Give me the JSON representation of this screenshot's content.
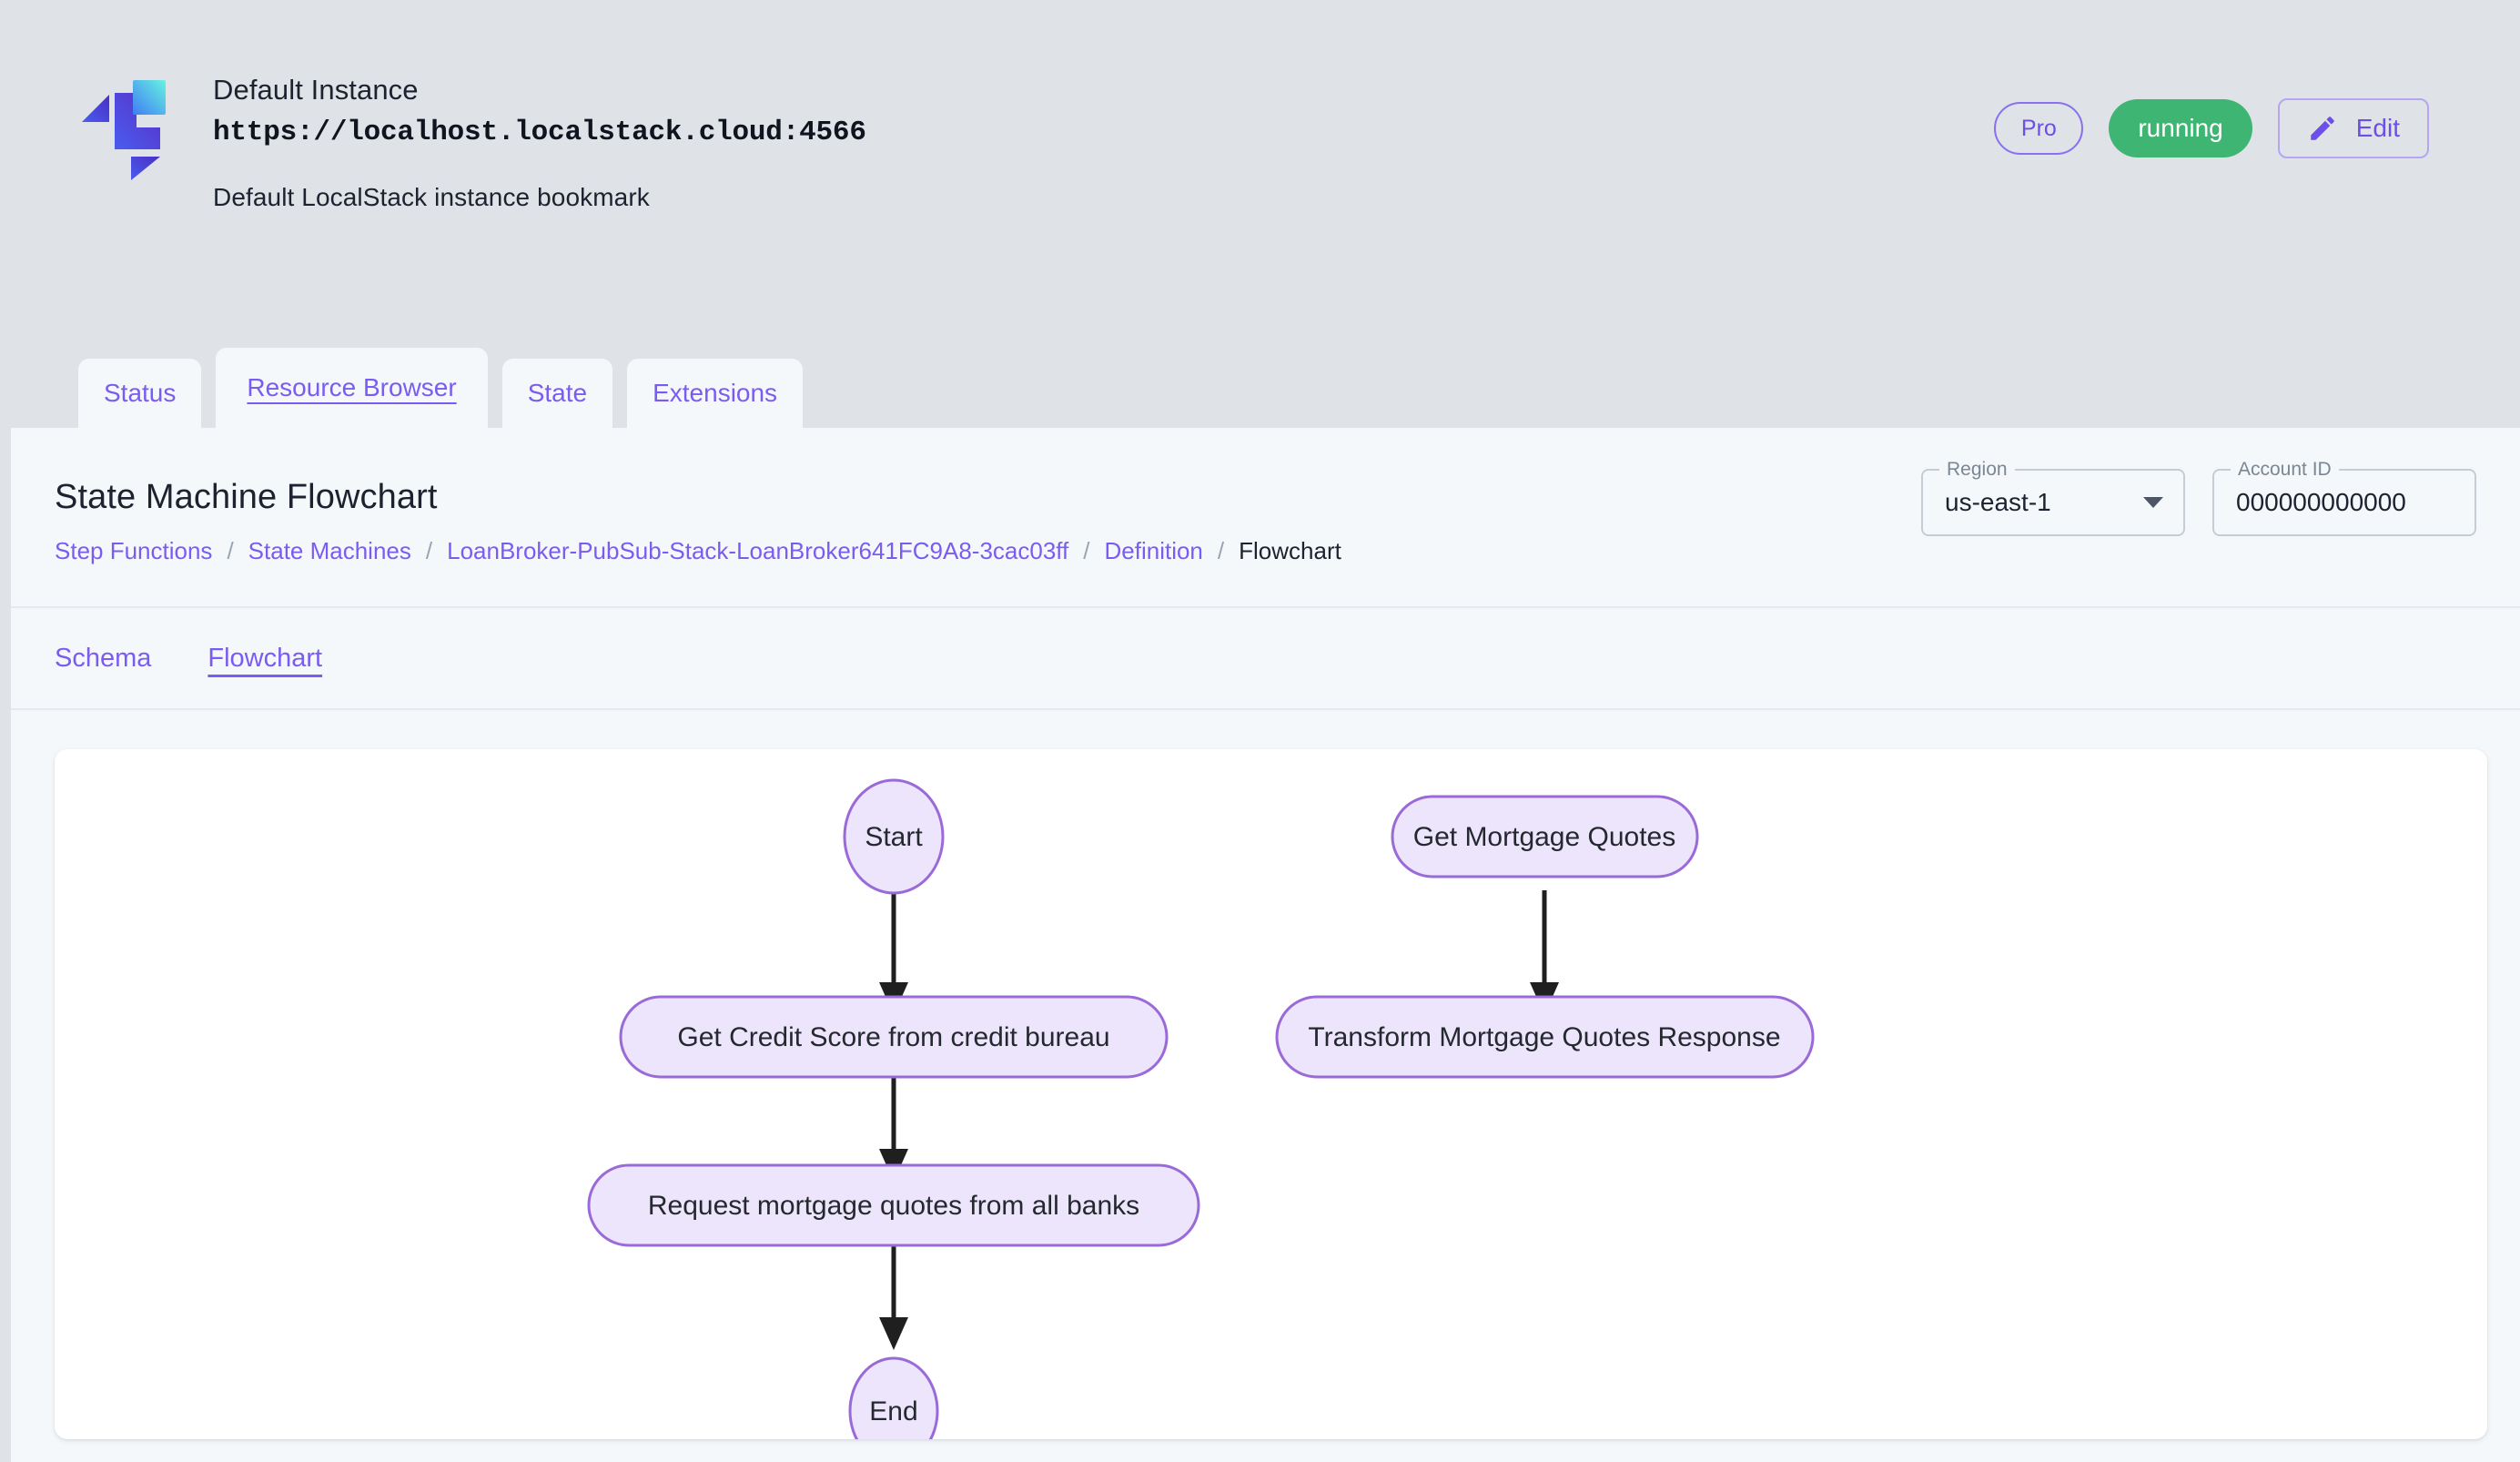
{
  "header": {
    "logo_icon": "localstack-logo",
    "instance_title": "Default Instance",
    "instance_endpoint": "https://localhost.localstack.cloud:4566",
    "instance_description": "Default LocalStack instance bookmark",
    "pro_chip_label": "Pro",
    "status_badge_label": "running",
    "status_badge_color": "#3fb573",
    "edit_button_label": "Edit",
    "edit_icon": "pencil-icon"
  },
  "tabs": [
    {
      "label": "Status",
      "active": false
    },
    {
      "label": "Resource Browser",
      "active": true
    },
    {
      "label": "State",
      "active": false
    },
    {
      "label": "Extensions",
      "active": false
    }
  ],
  "page": {
    "title": "State Machine Flowchart",
    "breadcrumb": [
      {
        "label": "Step Functions",
        "current": false
      },
      {
        "label": "State Machines",
        "current": false
      },
      {
        "label": "LoanBroker-PubSub-Stack-LoanBroker641FC9A8-3cac03ff",
        "current": false
      },
      {
        "label": "Definition",
        "current": false
      },
      {
        "label": "Flowchart",
        "current": true
      }
    ],
    "breadcrumb_separator": "/",
    "region_field": {
      "label": "Region",
      "value": "us-east-1",
      "icon": "chevron-down-icon"
    },
    "account_field": {
      "label": "Account ID",
      "value": "000000000000"
    },
    "subtabs": [
      {
        "label": "Schema",
        "active": false
      },
      {
        "label": "Flowchart",
        "active": true
      }
    ]
  },
  "chart_data": {
    "type": "diagram",
    "title": "State Machine Flowchart",
    "node_fill": "#ece5fb",
    "node_stroke": "#9a6ad8",
    "edge_color": "#1f1f1f",
    "nodes": [
      {
        "id": "start",
        "label": "Start",
        "shape": "ellipse"
      },
      {
        "id": "credit",
        "label": "Get Credit Score from credit bureau",
        "shape": "rounded-rect"
      },
      {
        "id": "request",
        "label": "Request mortgage quotes from all banks",
        "shape": "rounded-rect"
      },
      {
        "id": "end",
        "label": "End",
        "shape": "ellipse"
      },
      {
        "id": "getquotes",
        "label": "Get Mortgage Quotes",
        "shape": "rounded-rect"
      },
      {
        "id": "transform",
        "label": "Transform Mortgage Quotes Response",
        "shape": "rounded-rect"
      }
    ],
    "edges": [
      {
        "from": "start",
        "to": "credit"
      },
      {
        "from": "credit",
        "to": "request"
      },
      {
        "from": "request",
        "to": "end"
      },
      {
        "from": "getquotes",
        "to": "transform"
      }
    ]
  }
}
